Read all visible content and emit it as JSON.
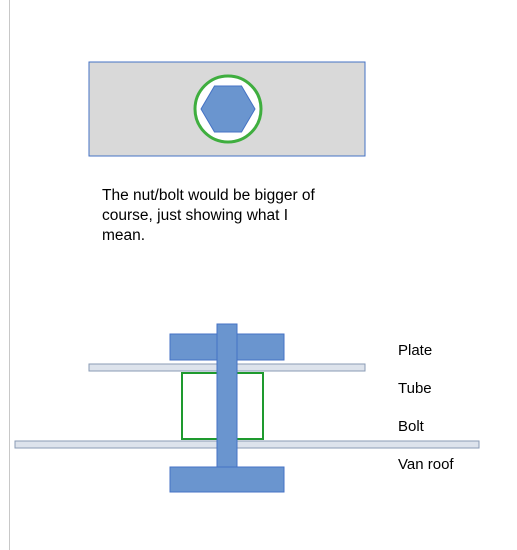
{
  "caption": {
    "line1": "The nut/bolt would be bigger of",
    "line2": "course, just showing what I",
    "line3": "mean."
  },
  "labels": {
    "plate": "Plate",
    "tube": "Tube",
    "bolt": "Bolt",
    "van_roof": "Van roof"
  },
  "colors": {
    "plate_fill": "#d9d9d9",
    "plate_stroke": "#4472c4",
    "bolt_fill": "#6a95cf",
    "bolt_stroke": "#4472c4",
    "tube_stroke": "#1e9a2e",
    "ring_stroke": "#3fae3f",
    "rail_fill": "#dde3ec",
    "rail_stroke": "#8a9bb5"
  },
  "icons": {
    "hex_head": "hexagon-icon"
  }
}
